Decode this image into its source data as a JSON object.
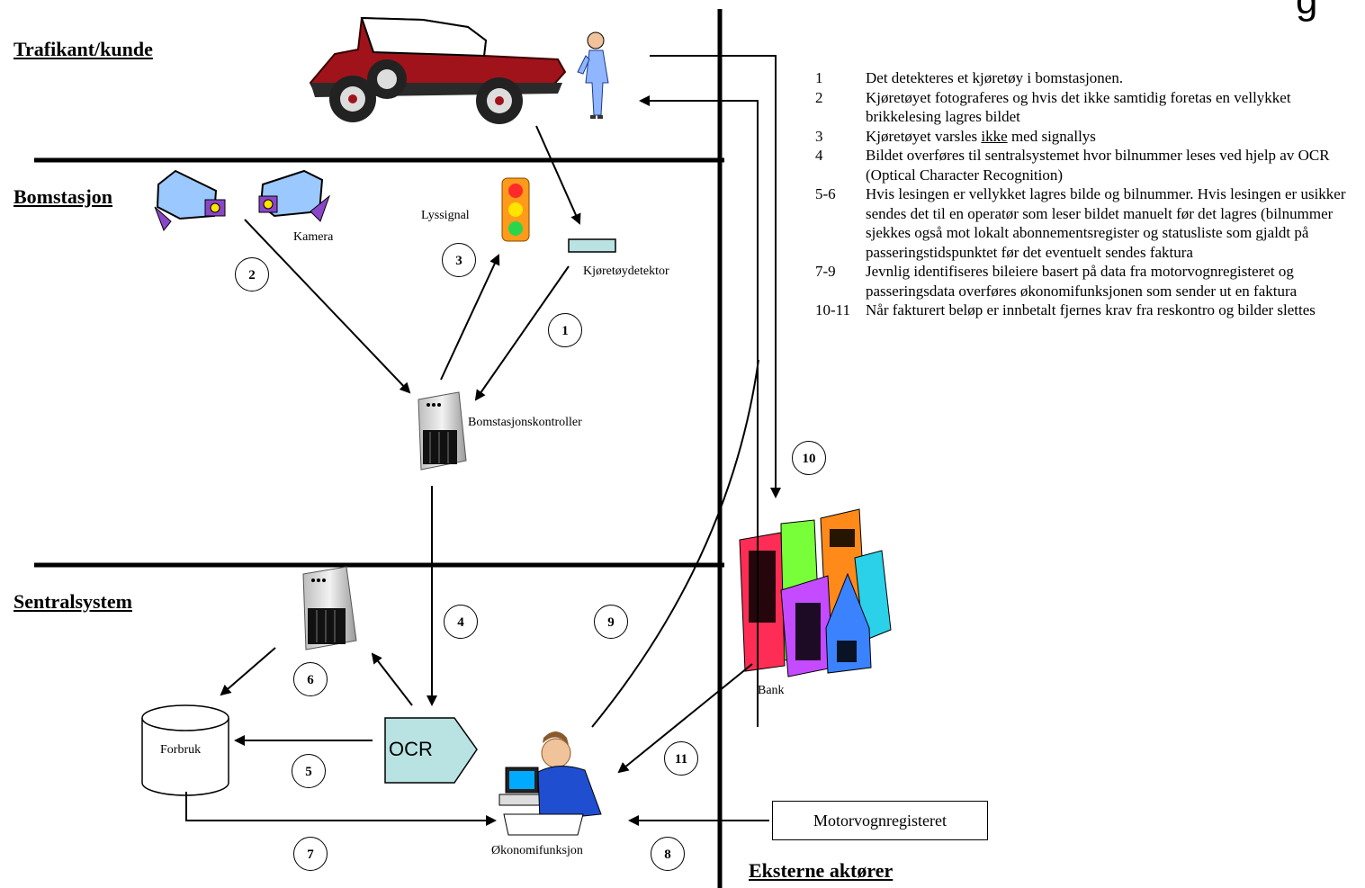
{
  "sections": {
    "trafikant": "Trafikant/kunde",
    "bomstasjon": "Bomstasjon",
    "sentral": "Sentralsystem",
    "eksterne": "Eksterne aktører"
  },
  "labels": {
    "kamera": "Kamera",
    "lyssignal": "Lyssignal",
    "detektor": "Kjøretøydetektor",
    "kontroller": "Bomstasjonskontroller",
    "ocr": "OCR",
    "forbruk": "Forbruk",
    "okonomi": "Økonomifunksjon",
    "bank": "Bank",
    "motorvogn": "Motorvognregisteret"
  },
  "badges": [
    "1",
    "2",
    "3",
    "4",
    "5",
    "6",
    "7",
    "8",
    "9",
    "10",
    "11"
  ],
  "legend": [
    {
      "n": "1",
      "t": "Det detekteres et kjøretøy i bomstasjonen."
    },
    {
      "n": "2",
      "t": "Kjøretøyet fotograferes og hvis det ikke samtidig foretas en vellykket brikkelesing lagres bildet"
    },
    {
      "n": "3",
      "t_pre": "Kjøretøyet varsles ",
      "t_ul": "ikke",
      "t_post": " med signallys"
    },
    {
      "n": "4",
      "t": "Bildet overføres til sentralsystemet hvor bilnummer leses ved hjelp av OCR (Optical Character Recognition)"
    },
    {
      "n": "5-6",
      "t": "Hvis lesingen er vellykket lagres bilde og bilnummer. Hvis lesingen er usikker sendes det til en operatør som leser bildet manuelt før det lagres (bilnummer sjekkes også mot lokalt abonnementsregister og statusliste som gjaldt på passeringstidspunktet før det eventuelt sendes faktura"
    },
    {
      "n": "7-9",
      "t": "Jevnlig identifiseres bileiere basert på data fra motorvognregisteret og passeringsdata overføres økonomifunksjonen som sender ut en faktura"
    },
    {
      "n": "10-11",
      "t": "Når fakturert beløp er innbetalt fjernes krav fra reskontro og bilder slettes"
    }
  ],
  "top_fragment": "g",
  "colors": {
    "ocr_fill": "#b9e3e3",
    "detector_fill": "#b9e3e3",
    "car_body": "#a0131b",
    "person_suit": "#8fb6ff",
    "line": "#000000"
  }
}
